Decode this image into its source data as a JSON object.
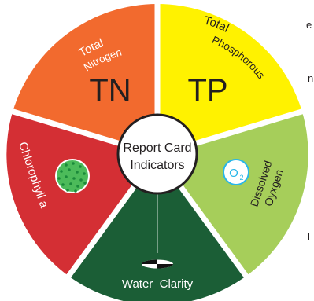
{
  "center": {
    "line1": "Report Card",
    "line2": "Indicators"
  },
  "segments": {
    "tn": {
      "line1": "Total",
      "line2": "Nitrogen",
      "abbr": "TN",
      "color": "#f26a2e"
    },
    "tp": {
      "line1": "Total",
      "line2": "Phosphorous",
      "abbr": "TP",
      "color": "#fff200"
    },
    "do": {
      "line1": "Dissolved",
      "line2": "Oyxgen",
      "symbol": "O",
      "subscript": "2",
      "color": "#a6ce5a"
    },
    "wc": {
      "label": "Water  Clarity",
      "color": "#1b5e36"
    },
    "chl": {
      "label": "Chlorophyll a",
      "color": "#d42f34"
    }
  },
  "colors": {
    "do_icon": "#29b6e8",
    "chl_icon": "#4cbb5a",
    "chl_dots": "#1b8a3a"
  },
  "edge_text": [
    "e",
    "n",
    "l"
  ]
}
